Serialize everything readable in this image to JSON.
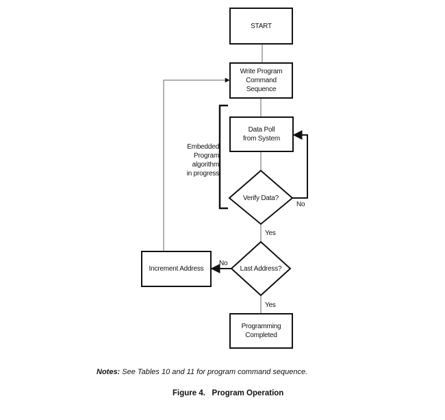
{
  "diagram": {
    "nodes": {
      "start": "START",
      "write": "Write Program\nCommand Sequence",
      "poll": "Data Poll\nfrom System",
      "verify": "Verify Data?",
      "last": "Last Address?",
      "increment": "Increment Address",
      "done": "Programming\nCompleted"
    },
    "edge_labels": {
      "verify_no": "No",
      "verify_yes": "Yes",
      "last_no": "No",
      "last_yes": "Yes"
    },
    "bracket_label": "Embedded\nProgram\nalgorithm\nin progress"
  },
  "notes": {
    "prefix": "Notes:",
    "text": " See Tables 10 and 11 for program command sequence."
  },
  "caption": {
    "figure": "Figure 4.",
    "title": "Program Operation"
  }
}
